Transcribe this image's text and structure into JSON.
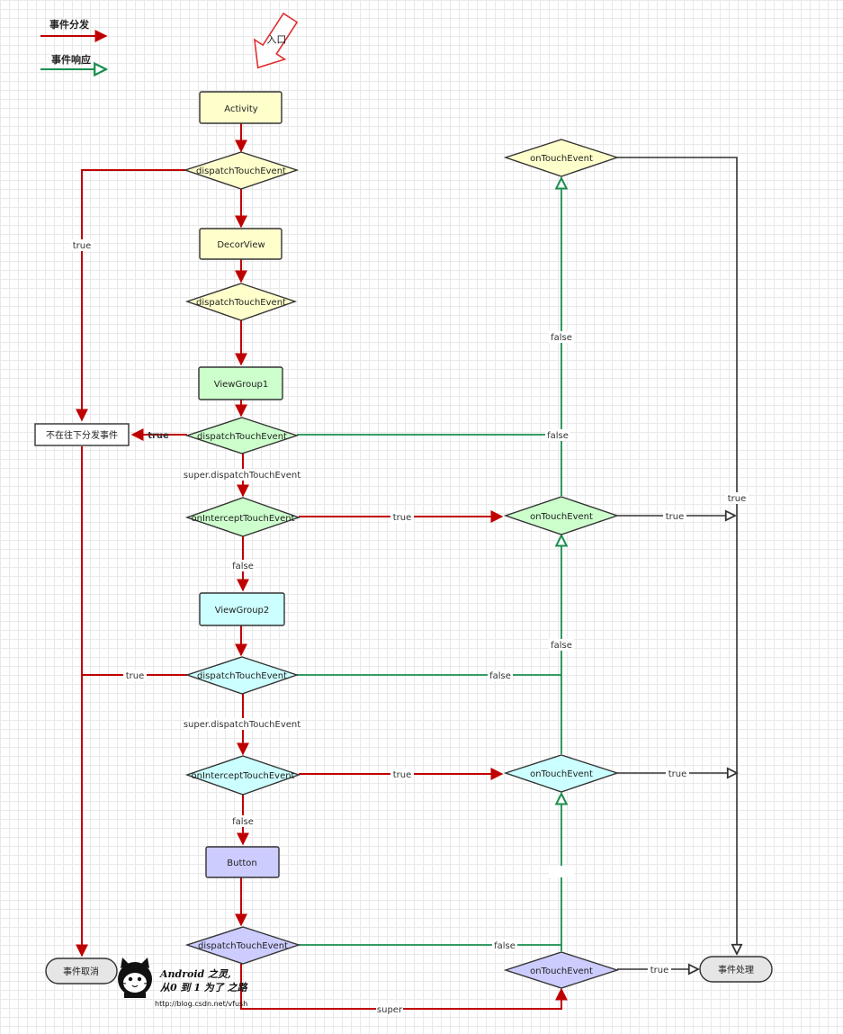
{
  "legend": {
    "dispatch_label": "事件分发",
    "response_label": "事件响应"
  },
  "entry_label": "入口",
  "colors": {
    "dispatch": "#c00000",
    "response": "#1a8f4f",
    "neutral": "#333333",
    "activity_fill": "#ffffcc",
    "viewgroup1_fill": "#ccffcc",
    "viewgroup2_fill": "#ccffff",
    "button_fill": "#ccccff",
    "terminal_fill": "#e6e6e6"
  },
  "nodes": {
    "activity": "Activity",
    "activity_dispatch": "dispatchTouchEvent",
    "activity_on_touch": "onTouchEvent",
    "decorview": "DecorView",
    "decorview_dispatch": "dispatchTouchEvent",
    "viewgroup1": "ViewGroup1",
    "viewgroup1_dispatch": "dispatchTouchEvent",
    "viewgroup1_intercept": "onInterceptTouchEvent",
    "viewgroup1_on_touch": "onTouchEvent",
    "viewgroup2": "ViewGroup2",
    "viewgroup2_dispatch": "dispatchTouchEvent",
    "viewgroup2_intercept": "onInterceptTouchEvent",
    "viewgroup2_on_touch": "onTouchEvent",
    "button": "Button",
    "button_dispatch": "dispatchTouchEvent",
    "button_on_touch": "onTouchEvent",
    "stop_dispatch": "不在往下分发事件",
    "event_cancel": "事件取消",
    "event_handled": "事件处理"
  },
  "edge_labels": {
    "activity_true": "true",
    "vg1_true": "true",
    "vg1_super": "super.dispatchTouchEvent",
    "vg1_false_right": "false",
    "vg1_intercept_true": "true",
    "vg1_intercept_false": "false",
    "vg1_touch_true": "true",
    "vg1_touch_false": "false",
    "handled_true": "true",
    "vg2_true": "true",
    "vg2_false_right": "false",
    "vg2_super": "super.dispatchTouchEvent",
    "vg2_intercept_true": "true",
    "vg2_intercept_false": "false",
    "vg2_touch_true": "true",
    "vg2_touch_false": "false",
    "button_false_right": "false",
    "button_touch_true": "true",
    "button_super": "super"
  },
  "watermark": {
    "title_line1": "Android 之灵,",
    "title_line2": "从0 到 1 为了 之路",
    "url": "http://blog.csdn.net/vfush"
  }
}
